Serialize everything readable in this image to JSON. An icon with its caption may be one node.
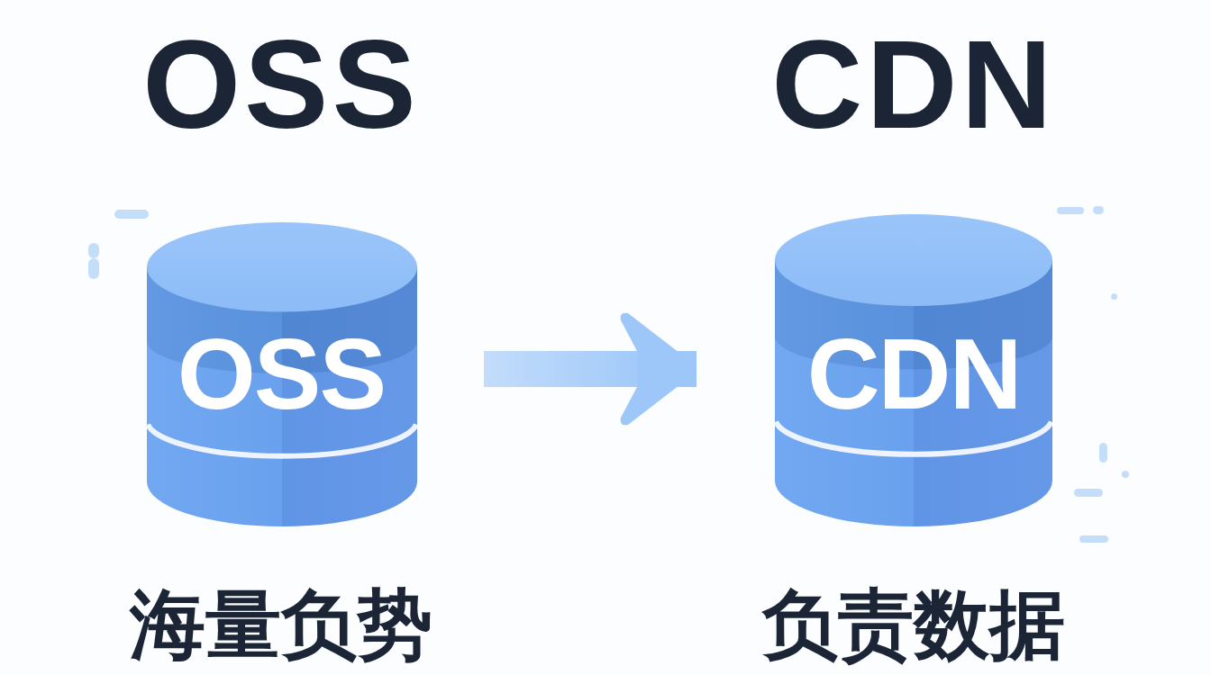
{
  "diagram": {
    "nodes": [
      {
        "text": [
          "OSS",
          "OSS"
        ],
        "beside": [
          "海量负势"
        ]
      },
      {
        "text": [
          "CDN",
          "CDN"
        ],
        "beside": [
          "负责数据"
        ]
      }
    ],
    "edges": [
      {
        "from": 0,
        "to": 1,
        "arrow": "to"
      }
    ]
  }
}
